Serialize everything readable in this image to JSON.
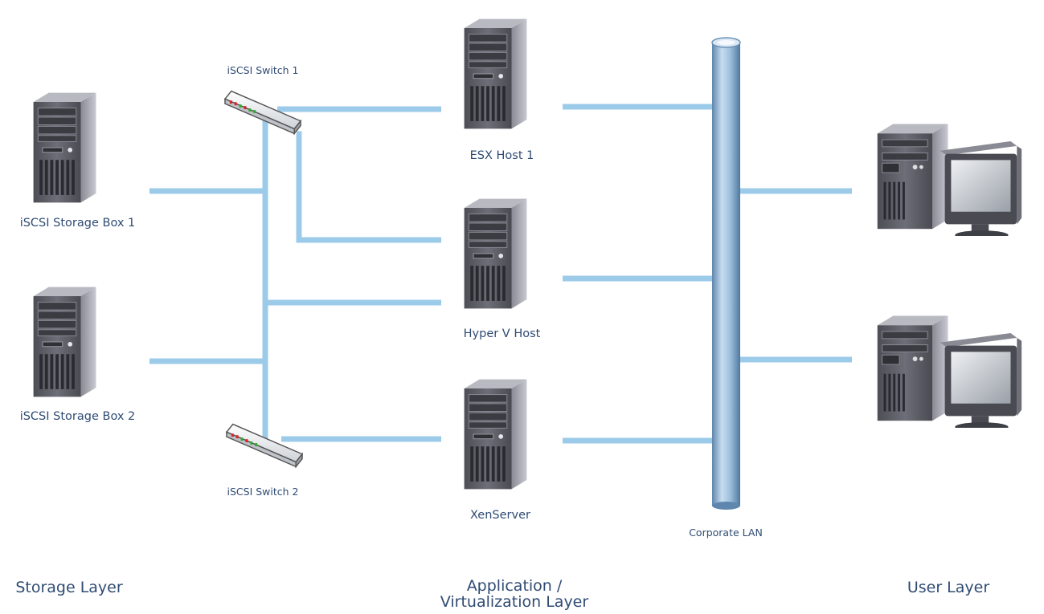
{
  "storage": {
    "box1": "iSCSI Storage Box 1",
    "box2": "iSCSI Storage Box 2"
  },
  "switches": {
    "switch1": "iSCSI  Switch 1",
    "switch2": "iSCSI  Switch 2"
  },
  "hosts": {
    "esx": "ESX Host 1",
    "hyperv": "Hyper V Host",
    "xen": "XenServer"
  },
  "lan": {
    "label": "Corporate LAN"
  },
  "layers": {
    "storage": "Storage Layer",
    "application_line1": "Application /",
    "application_line2": "Virtualization Layer",
    "user": "User Layer"
  },
  "colors": {
    "link": "#9ccbea",
    "box_border": "#c3ccd8",
    "text": "#2f4b73",
    "lan_pipe": "#8fb3d4"
  }
}
